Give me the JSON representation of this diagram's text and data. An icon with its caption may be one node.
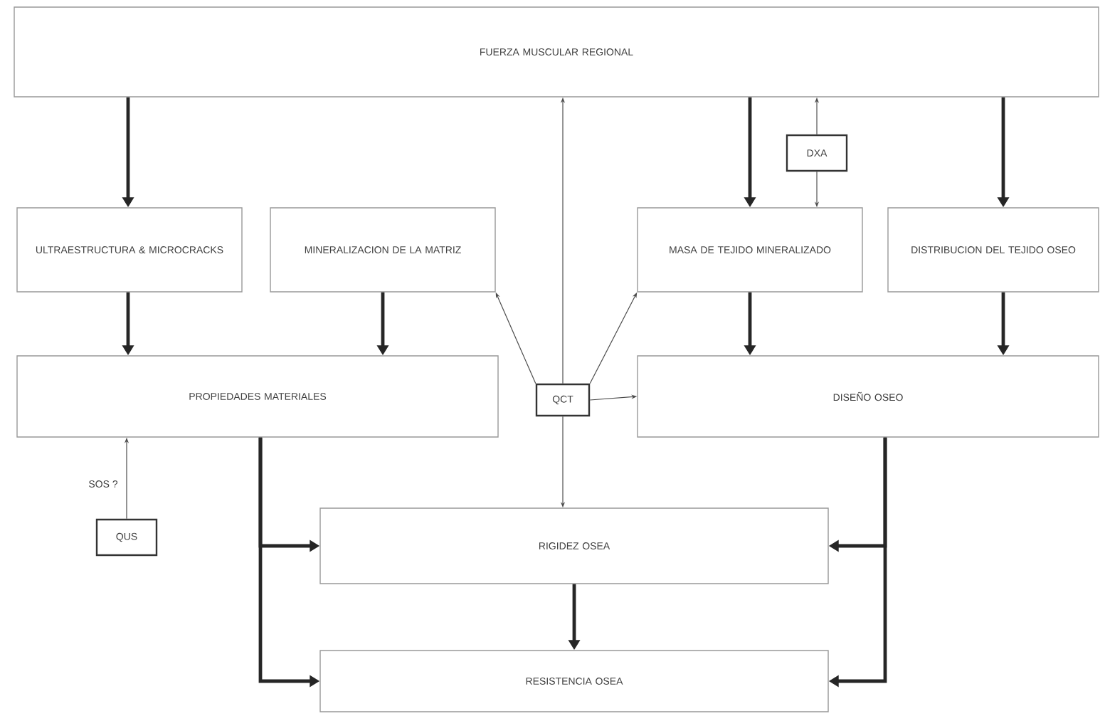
{
  "diagram": {
    "nodes": [
      {
        "text": [
          "FUERZA MUSCULAR REGIONAL"
        ]
      },
      {
        "text": [
          "ULTRAESTRUCTURA & MICROCRACKS"
        ]
      },
      {
        "text": [
          "MINERALIZACION DE LA MATRIZ"
        ]
      },
      {
        "text": [
          "MASA DE TEJIDO MINERALIZADO"
        ]
      },
      {
        "text": [
          "DISTRIBUCION DEL TEJIDO OSEO"
        ]
      },
      {
        "text": [
          "DXA"
        ]
      },
      {
        "text": [
          "PROPIEDADES MATERIALES"
        ]
      },
      {
        "text": [
          "QCT"
        ]
      },
      {
        "text": [
          "DISEÑO OSEO"
        ]
      },
      {
        "text": [
          "QUS"
        ]
      },
      {
        "text": [
          "RIGIDEZ OSEA"
        ]
      },
      {
        "text": [
          "RESISTENCIA OSEA"
        ]
      }
    ],
    "edges": [
      {
        "from": 0,
        "to": 1,
        "arrow": "to"
      },
      {
        "from": 0,
        "to": 3,
        "arrow": "to"
      },
      {
        "from": 0,
        "to": 4,
        "arrow": "to"
      },
      {
        "from": 5,
        "to": 0,
        "arrow": "to"
      },
      {
        "from": 5,
        "to": 3,
        "arrow": "to"
      },
      {
        "from": 1,
        "to": 6,
        "arrow": "to"
      },
      {
        "from": 2,
        "to": 6,
        "arrow": "to"
      },
      {
        "from": 3,
        "to": 8,
        "arrow": "to"
      },
      {
        "from": 4,
        "to": 8,
        "arrow": "to"
      },
      {
        "from": 7,
        "to": 0,
        "arrow": "to"
      },
      {
        "from": 7,
        "to": 2,
        "arrow": "to"
      },
      {
        "from": 7,
        "to": 3,
        "arrow": "to"
      },
      {
        "from": 7,
        "to": 8,
        "arrow": "to"
      },
      {
        "from": 7,
        "to": 10,
        "arrow": "to"
      },
      {
        "from": 9,
        "to": 6,
        "arrow": "to",
        "label": "SOS ?"
      },
      {
        "from": 6,
        "to": 10,
        "arrow": "to"
      },
      {
        "from": 6,
        "to": 11,
        "arrow": "to"
      },
      {
        "from": 8,
        "to": 10,
        "arrow": "to"
      },
      {
        "from": 8,
        "to": 11,
        "arrow": "to"
      },
      {
        "from": 10,
        "to": 11,
        "arrow": "to"
      }
    ]
  }
}
